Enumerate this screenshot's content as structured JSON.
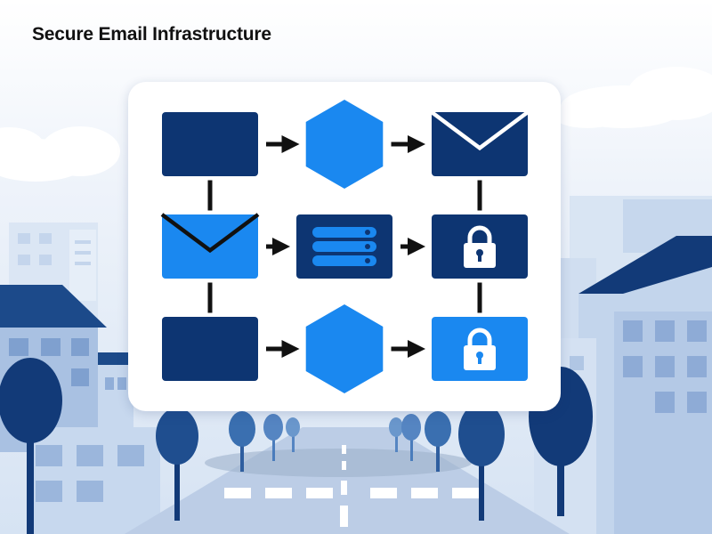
{
  "header": {
    "title": "Secure Email Infrastructure"
  },
  "colors": {
    "navy": "#0d3572",
    "blue": "#1a88f0",
    "sky": "#dbe7f5",
    "building_light": "#c7d8ee",
    "building_mid": "#a9c1e2",
    "road": "#b9cbe6",
    "tree_dark": "#123a78",
    "tree_mid": "#3a6fb0",
    "arrow": "#111111",
    "card": "#ffffff"
  },
  "diagram": {
    "nodes": [
      {
        "id": "source-box-1",
        "shape": "box",
        "icon": "none",
        "color": "navy",
        "row": 1,
        "col": 1
      },
      {
        "id": "processor-hexagon-1",
        "shape": "hexagon",
        "icon": "none",
        "color": "blue",
        "row": 1,
        "col": 2
      },
      {
        "id": "mail-envelope-1",
        "shape": "box",
        "icon": "envelope-icon",
        "color": "navy",
        "row": 1,
        "col": 3
      },
      {
        "id": "mail-envelope-2",
        "shape": "box",
        "icon": "envelope-icon",
        "color": "blue",
        "row": 2,
        "col": 1
      },
      {
        "id": "server-box",
        "shape": "box",
        "icon": "server-icon",
        "color": "navy",
        "row": 2,
        "col": 2
      },
      {
        "id": "lock-box-1",
        "shape": "box",
        "icon": "lock-icon",
        "color": "navy",
        "row": 2,
        "col": 3
      },
      {
        "id": "source-box-2",
        "shape": "box",
        "icon": "none",
        "color": "navy",
        "row": 3,
        "col": 1
      },
      {
        "id": "processor-hexagon-2",
        "shape": "hexagon",
        "icon": "none",
        "color": "blue",
        "row": 3,
        "col": 2
      },
      {
        "id": "lock-box-2",
        "shape": "box",
        "icon": "lock-icon",
        "color": "blue",
        "row": 3,
        "col": 3
      }
    ],
    "arrows": [
      {
        "from": "source-box-1",
        "to": "processor-hexagon-1"
      },
      {
        "from": "processor-hexagon-1",
        "to": "mail-envelope-1"
      },
      {
        "from": "mail-envelope-2",
        "to": "server-box"
      },
      {
        "from": "server-box",
        "to": "lock-box-1"
      },
      {
        "from": "source-box-2",
        "to": "processor-hexagon-2"
      },
      {
        "from": "processor-hexagon-2",
        "to": "lock-box-2"
      }
    ],
    "connectors": [
      {
        "from": "source-box-1",
        "to": "mail-envelope-2"
      },
      {
        "from": "mail-envelope-2",
        "to": "source-box-2"
      },
      {
        "from": "mail-envelope-1",
        "to": "lock-box-1"
      },
      {
        "from": "lock-box-1",
        "to": "lock-box-2"
      }
    ]
  }
}
